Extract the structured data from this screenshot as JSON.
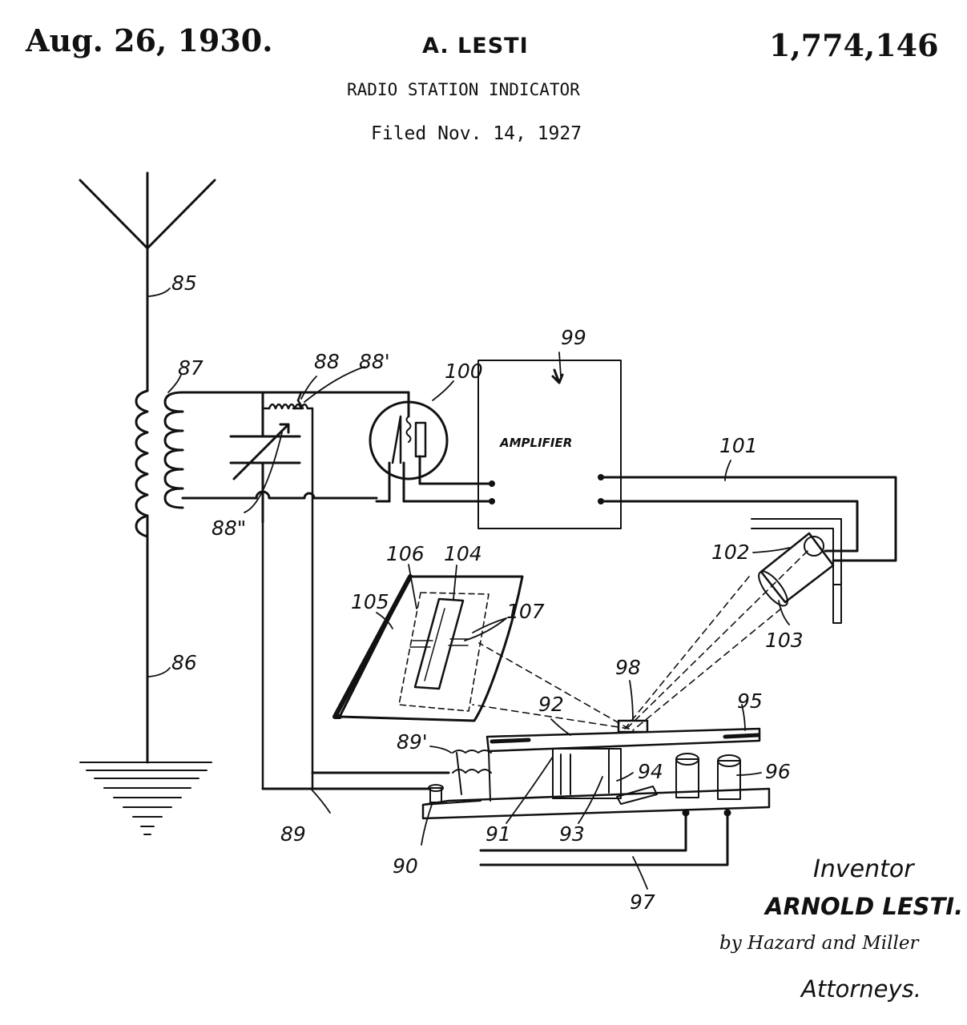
{
  "header": {
    "date": "Aug. 26, 1930.",
    "inventor": "A. LESTI",
    "patent_number": "1,774,146",
    "title": "RADIO STATION INDICATOR",
    "filed": "Filed Nov. 14, 1927"
  },
  "drawing": {
    "amplifier_label": "AMPLIFIER",
    "refs": {
      "r85": "85",
      "r86": "86",
      "r87": "87",
      "r88": "88",
      "r88p": "88'",
      "r88pp": "88\"",
      "r89": "89",
      "r89p": "89'",
      "r90": "90",
      "r91": "91",
      "r92": "92",
      "r93": "93",
      "r94": "94",
      "r95": "95",
      "r96": "96",
      "r97": "97",
      "r98": "98",
      "r99": "99",
      "r100": "100",
      "r101": "101",
      "r102": "102",
      "r103": "103",
      "r104": "104",
      "r105": "105",
      "r106": "106",
      "r107": "107"
    }
  },
  "signature": {
    "inventor_label": "Inventor",
    "inventor_name": "ARNOLD LESTI.",
    "attorneys_line": "by Hazard and Miller",
    "attorneys_label": "Attorneys."
  }
}
